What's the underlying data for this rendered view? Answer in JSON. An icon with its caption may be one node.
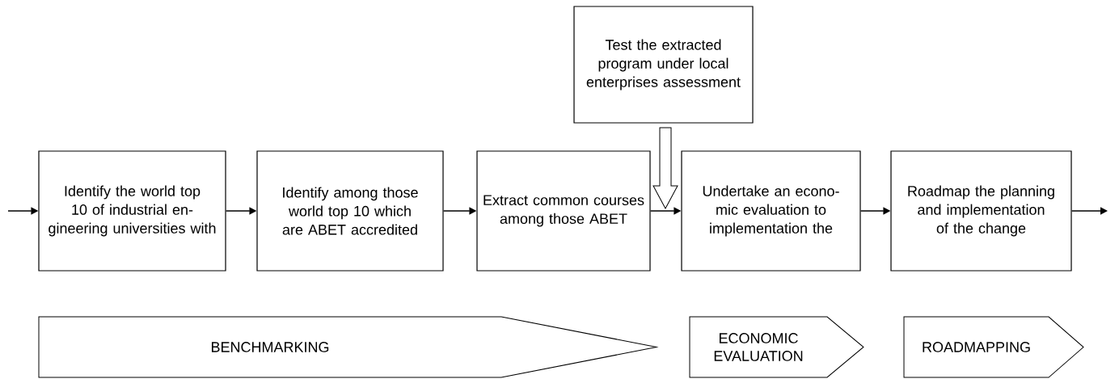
{
  "diagram": {
    "nodes": [
      {
        "text": [
          "Test the extracted program under local enterprises assessment"
        ]
      },
      {
        "text": [
          "Identify the world top 10 of industrial en-gineering universities with"
        ]
      },
      {
        "text": [
          "Identify among those world top 10 which are ABET accredited"
        ]
      },
      {
        "text": [
          "Extract common courses among those ABET"
        ]
      },
      {
        "text": [
          "Undertake an econo-mic evaluation to implementation the"
        ]
      },
      {
        "text": [
          "Roadmap the planning and implementation of the change"
        ]
      },
      {
        "text": [
          "BENCHMARKING"
        ]
      },
      {
        "text": [
          "ECONOMIC EVALUATION"
        ]
      },
      {
        "text": [
          "ROADMAPPING"
        ]
      }
    ],
    "edges": [
      {
        "from": null,
        "to": 1,
        "arrow": "to"
      },
      {
        "from": 1,
        "to": 2,
        "arrow": "to"
      },
      {
        "from": 2,
        "to": 3,
        "arrow": "to"
      },
      {
        "from": 3,
        "to": 4,
        "arrow": "to"
      },
      {
        "from": 4,
        "to": 5,
        "arrow": "to"
      },
      {
        "from": 5,
        "to": null,
        "arrow": "to"
      },
      {
        "from": 0,
        "to": null,
        "arrow": "to",
        "style": "thick"
      }
    ]
  }
}
